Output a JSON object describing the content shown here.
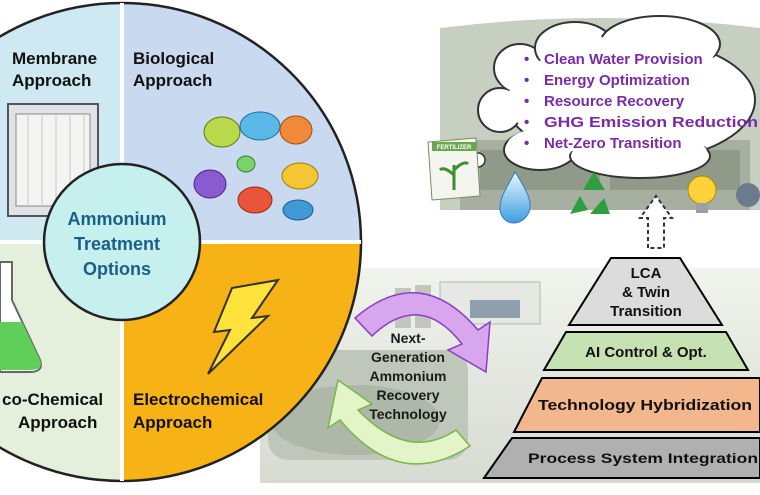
{
  "wheel": {
    "center_lines": [
      "Ammonium",
      "Treatment",
      "Options"
    ],
    "membrane": [
      "Membrane",
      "Approach"
    ],
    "biological": [
      "Biological",
      "Approach"
    ],
    "physico_chemical": [
      "co-Chemical",
      "Approach"
    ],
    "electrochemical": [
      "Electrochemical",
      "Approach"
    ]
  },
  "cycle": {
    "lines": [
      "Next-",
      "Generation",
      "Ammonium",
      "Recovery",
      "Technology"
    ]
  },
  "cloud": {
    "bullet": "•",
    "items": [
      "Clean Water Provision",
      "Energy Optimization",
      "Resource Recovery",
      "GHG Emission Reduction",
      "Net-Zero Transition"
    ]
  },
  "fertilizer_label": "FERTILIZER",
  "pyramid": {
    "top": [
      "LCA",
      "& Twin",
      "Transition"
    ],
    "levels": [
      "AI Control & Opt.",
      "Technology Hybridization",
      "Process System Integration"
    ]
  },
  "colors": {
    "membrane_bg": "#cfe9f3",
    "biological_bg": "#c9d9f0",
    "physico_bg": "#e4efdc",
    "electro_bg": "#f7b216",
    "center_fill": "#c6f0ee",
    "center_text": "#1b5e88",
    "cloud_text": "#7a2aa8",
    "pyr_top": "#dcdcdc",
    "pyr_ai": "#c7e2b2",
    "pyr_tech": "#f3b78e",
    "pyr_process": "#b0b0b0"
  }
}
